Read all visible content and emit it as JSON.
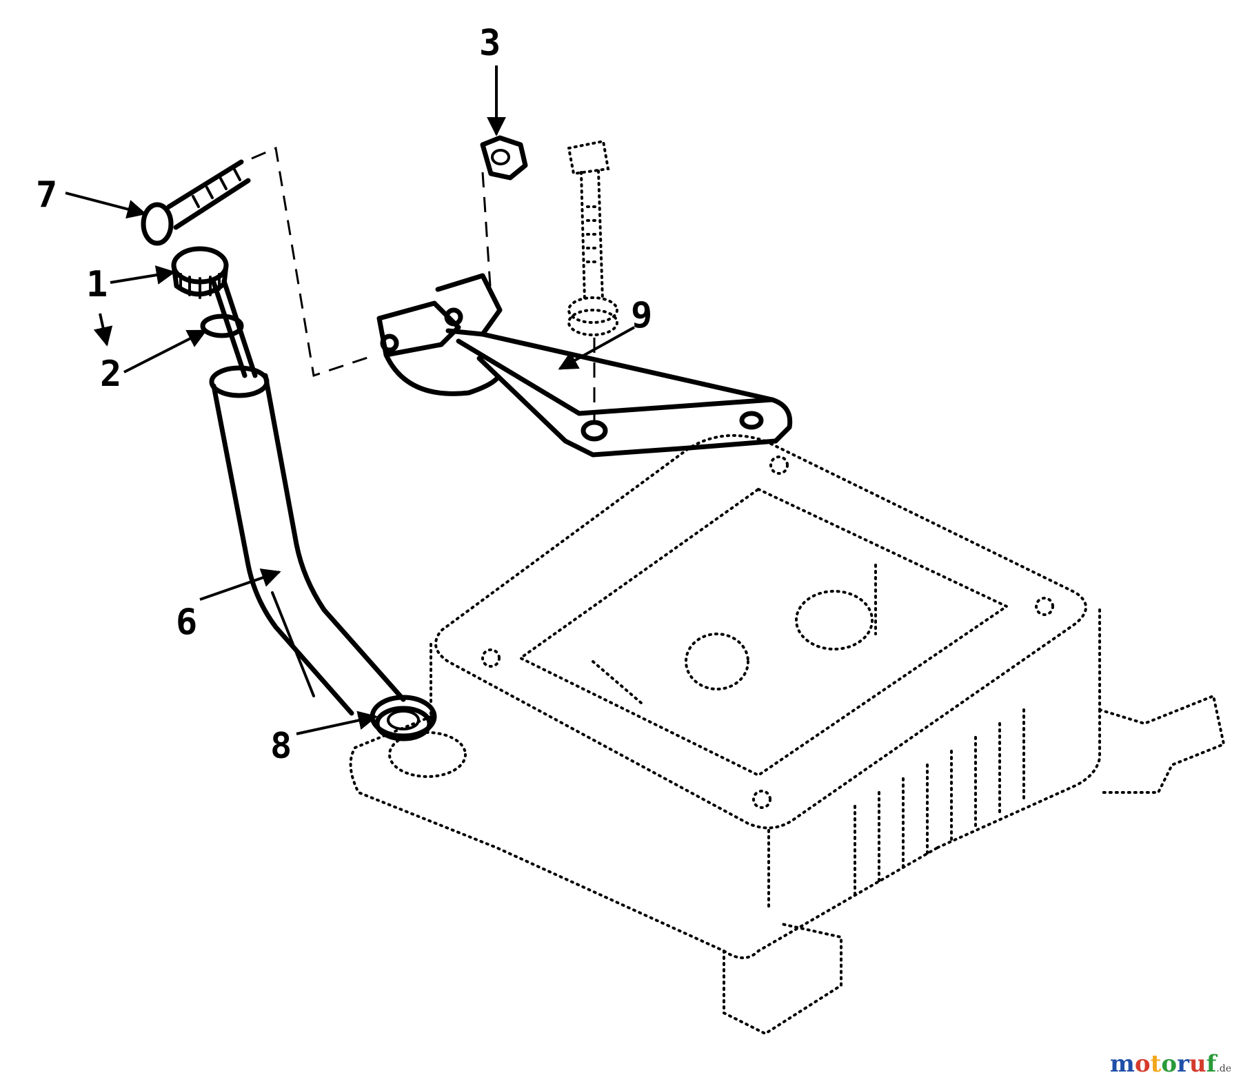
{
  "diagram": {
    "callouts": [
      "1",
      "2",
      "3",
      "6",
      "7",
      "8",
      "9"
    ]
  },
  "watermark": {
    "text": "motoruf",
    "suffix": ".de",
    "colors": [
      "#1f4fa8",
      "#d43b2c",
      "#f2a71b",
      "#2a9a3a",
      "#1f4fa8",
      "#d43b2c",
      "#2a9a3a"
    ]
  }
}
